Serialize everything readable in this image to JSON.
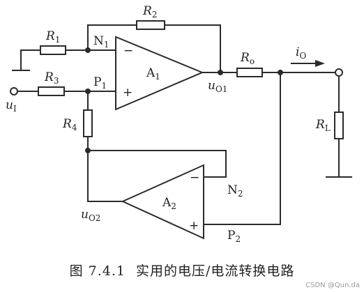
{
  "labels": {
    "R1": {
      "main": "R",
      "sub": "1"
    },
    "R2": {
      "main": "R",
      "sub": "2"
    },
    "R3": {
      "main": "R",
      "sub": "3"
    },
    "R4": {
      "main": "R",
      "sub": "4"
    },
    "Ro": {
      "main": "R",
      "sub": "o"
    },
    "RL": {
      "main": "R",
      "sub": "L"
    },
    "N1": {
      "main": "N",
      "sub": "1"
    },
    "P1": {
      "main": "P",
      "sub": "1"
    },
    "N2": {
      "main": "N",
      "sub": "2"
    },
    "P2": {
      "main": "P",
      "sub": "2"
    },
    "A1": {
      "main": "A",
      "sub": "1"
    },
    "A2": {
      "main": "A",
      "sub": "2"
    },
    "u1": {
      "main": "u",
      "sub": "I"
    },
    "uO1": {
      "main": "u",
      "sub": "O1"
    },
    "uO2": {
      "main": "u",
      "sub": "O2"
    },
    "iO": {
      "main": "i",
      "sub": "O"
    },
    "minus": "−",
    "plus": "+"
  },
  "caption": {
    "number": "图 7.4.1",
    "title": "实用的电压/电流转换电路"
  },
  "watermark": "CSDN @Qun.da"
}
